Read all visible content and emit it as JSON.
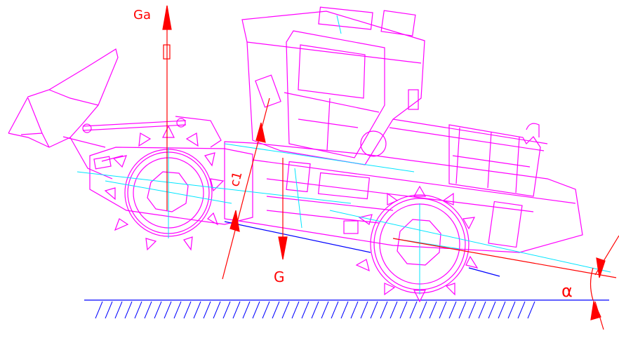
{
  "diagram": {
    "title": "",
    "labels": {
      "axle_load": "Ga",
      "weight": "G",
      "distance": "c1",
      "slope_angle": "α"
    },
    "colors": {
      "machine": "#ff00ff",
      "centerlines": "#00e5ff",
      "forces": "#ff0000",
      "ground": "#0000ff"
    }
  }
}
